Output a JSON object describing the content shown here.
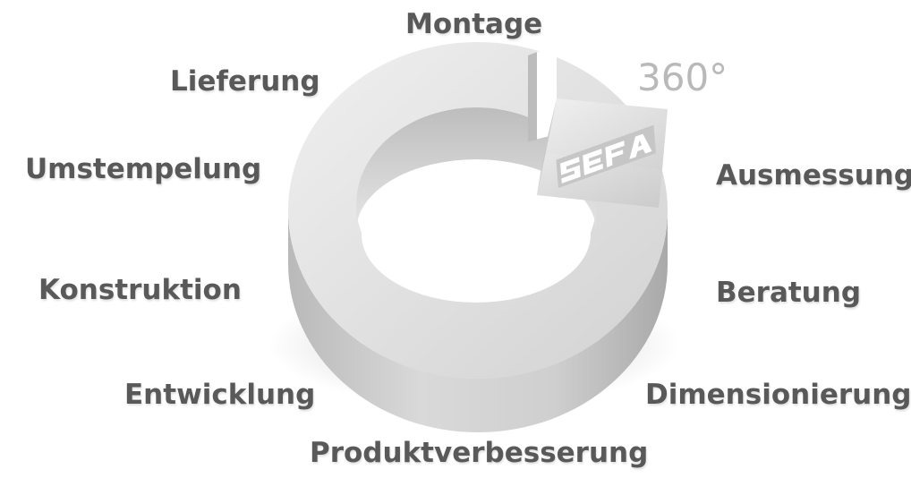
{
  "diagram": {
    "degree_label": "360°",
    "logo_text": "SEFA",
    "steps": [
      {
        "id": "montage",
        "label": "Montage"
      },
      {
        "id": "lieferung",
        "label": "Lieferung"
      },
      {
        "id": "umstempelung",
        "label": "Umstempelung"
      },
      {
        "id": "konstruktion",
        "label": "Konstruktion"
      },
      {
        "id": "entwicklung",
        "label": "Entwicklung"
      },
      {
        "id": "produktverbesserung",
        "label": "Produktverbesserung"
      },
      {
        "id": "dimensionierung",
        "label": "Dimensionierung"
      },
      {
        "id": "beratung",
        "label": "Beratung"
      },
      {
        "id": "ausmessung",
        "label": "Ausmessung"
      }
    ],
    "colors": {
      "label_text": "#595959",
      "degree_text": "#b9b9b9",
      "ring_face": "#dcdcdc",
      "ring_side": "#c4c4c4",
      "background": "#ffffff"
    }
  }
}
